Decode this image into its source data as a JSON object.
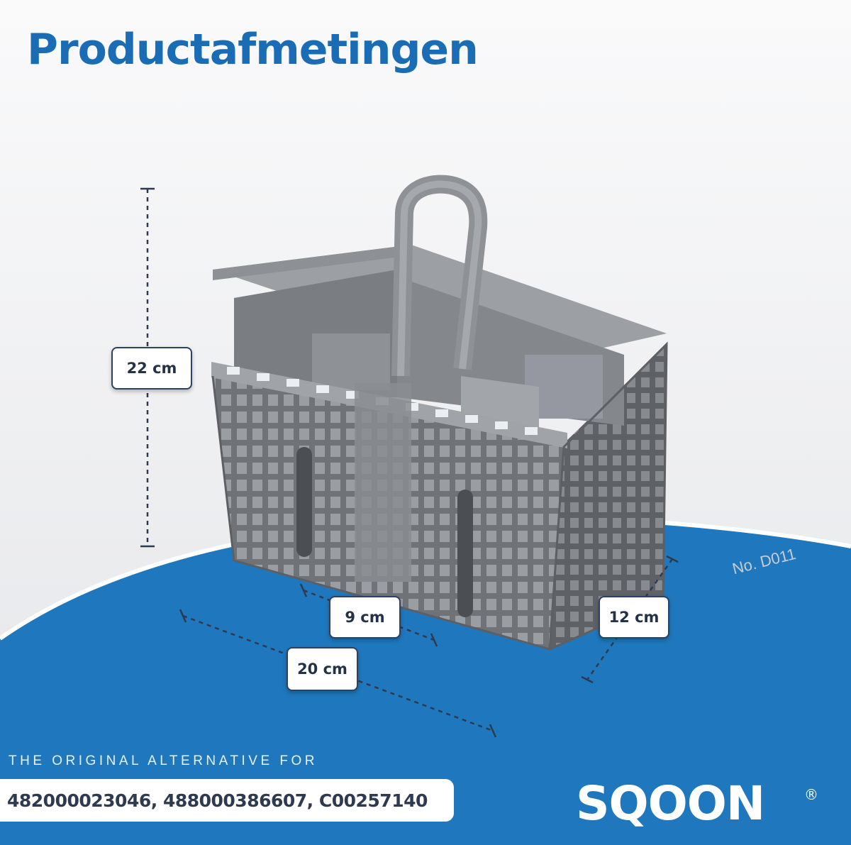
{
  "title": "Productafmetingen",
  "dimensions": {
    "height": "22 cm",
    "length": "20 cm",
    "compartment": "9 cm",
    "depth": "12 cm"
  },
  "model_number": "No. D011",
  "tagline": "THE ORIGINAL ALTERNATIVE FOR",
  "part_numbers": "482000023046, 488000386607, C00257140",
  "brand": {
    "name": "SQOON",
    "registered_mark": "®"
  },
  "colors": {
    "brand_blue": "#1f78bd",
    "background_light": "#ececee",
    "product_gray": "#8d9095",
    "label_border": "#2d4260"
  },
  "product": "grey cutlery basket with handle and six compartments"
}
